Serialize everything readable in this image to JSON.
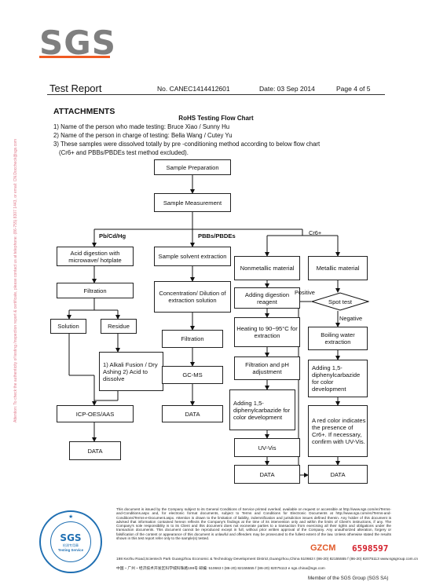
{
  "header": {
    "logo": "SGS",
    "title": "Test Report",
    "report_no": "No. CANEC1414412601",
    "date": "Date: 03 Sep 2014",
    "page": "Page 4 of 5"
  },
  "attachments": {
    "heading": "ATTACHMENTS",
    "flow_title": "RoHS Testing Flow Chart",
    "notes": [
      "1) Name of the person who made testing:  Bruce Xiao / Sunny Hu",
      "2) Name of the person in charge of testing:  Bella Wang / Cutey Yu",
      "3) These samples were dissolved totally by pre -conditioning method according to below flow chart",
      "(Cr6+ and PBBs/PBDEs test method excluded)."
    ]
  },
  "flow": {
    "sample_preparation": "Sample Preparation",
    "sample_measurement": "Sample Measurement",
    "branch_heavy_metals": "Pb/Cd/Hg",
    "branch_pbb": "PBBs/PBDEs",
    "branch_cr": "Cr6+",
    "acid_digestion": "Acid digestion with microwave/ hotplate",
    "filtration_1": "Filtration",
    "solution": "Solution",
    "residue": "Residue",
    "alkali_fusion": "1) Alkali Fusion / Dry Ashing 2) Acid to dissolve",
    "icp": "ICP-OES/AAS",
    "data_1": "DATA",
    "solvent_extraction": "Sample solvent extraction",
    "concentration": "Concentration/ Dilution of extraction solution",
    "filtration_2": "Filtration",
    "gcms": "GC-MS",
    "data_2": "DATA",
    "nonmetallic": "Nonmetallic material",
    "adding_reagent": "Adding digestion reagent",
    "heating": "Heating to 90~95°C for extraction",
    "filtration_ph": "Filtration and pH adjustment",
    "adding_dpc_1": "Adding 1,5-diphenylcarbazide for color development",
    "uv_vis_1": "UV-Vis",
    "data_3": "DATA",
    "metallic": "Metallic material",
    "positive": "Positive",
    "spot_test": "Spot test",
    "negative": "Negative",
    "boiling_water": "Boiling water extraction",
    "adding_dpc_2": "Adding 1,5-diphenylcarbazide for color development",
    "red_color": "A red color indicates the presence of Cr6+. If necessary, confirm with UV-Vis.",
    "data_4": "DATA"
  },
  "sidebar_text": "Attention: To check the authenticity of testing /inspection report & certificate, please contact us at telephone: (86-755) 8307 1443, or email: CN.Doccheck@sgs.com",
  "footer": {
    "legal": "This document is issued by the Company subject to its General Conditions of Service printed overleaf, available on request or accessible at http://www.sgs.com/en/Terms-and-Conditions.aspx and, for electronic format documents, subject to Terms and Conditions for Electronic Documents at http://www.sgs.com/en/Terms-and-Conditions/Terms-e-Document.aspx. Attention is drawn to the limitation of liability, indemnification and jurisdiction issues defined therein. Any holder of this document is advised that information contained hereon reflects the Company's findings at the time of its intervention only and within the limits of Client's instructions, if any. The Company's sole responsibility is to its Client and this document does not exonerate parties to a transaction from exercising all their rights and obligations under the transaction documents. This document cannot be reproduced except in full, without prior written approval of the Company. Any unauthorized alteration, forgery or falsification of the content or appearance of this document is unlawful and offenders may be prosecuted to the fullest extent of the law. Unless otherwise stated the results shown in this test report refer only to the sample(s) tested.",
    "code": "GZCM",
    "serial": "6598597",
    "address": "198 Kezhu Road,Scientech Park Guangzhou Economic & Technology Development District,Guangzhou,China 510663  t (86-20) 82155555  f (86-20) 82075113  www.sgsgroup.com.cn",
    "address_cn": "中国・广州・经济技术开发区科学城科珠路198号   邮编: 510663  t (86-20) 82155555  f (86-20) 82075113  e sgs.china@sgs.com",
    "member": "Member of the SGS Group (SGS SA)"
  },
  "seal": {
    "logo": "SGS",
    "cn": "检测专用章",
    "service": "Testing Service"
  }
}
